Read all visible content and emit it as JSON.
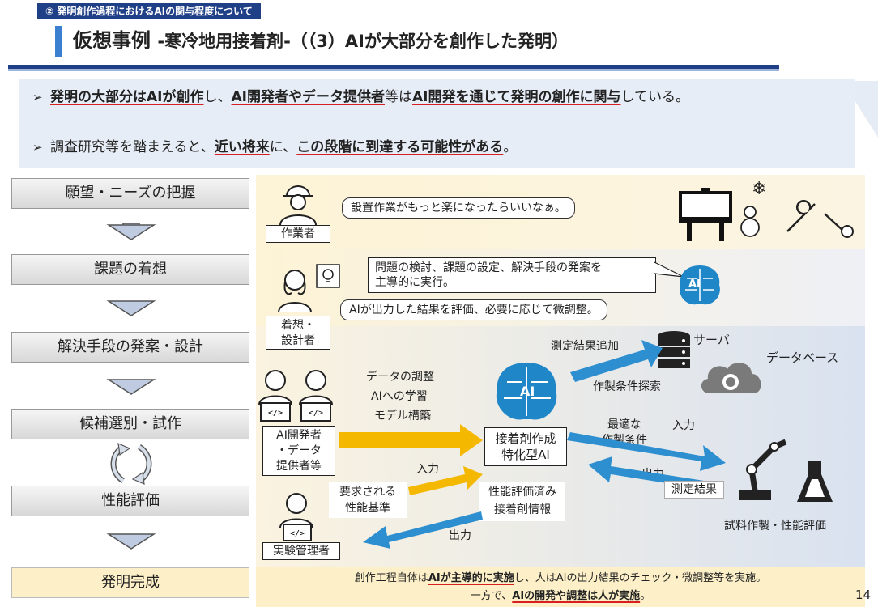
{
  "header": {
    "tag": "② 発明創作過程におけるAIの関与程度について",
    "title_main": "仮想事例",
    "title_sub": "-寒冷地用接着剤-（（3）AIが大部分を創作した発明）"
  },
  "bullets": [
    {
      "arrow": "➢",
      "parts": [
        {
          "t": "発明の大部分はAIが創作",
          "u": true
        },
        {
          "t": "し、",
          "u": false
        },
        {
          "t": "AI開発者やデータ提供者",
          "u": true
        },
        {
          "t": "等は",
          "u": false
        },
        {
          "t": "AI開発を通じて発明の創作に関与",
          "u": true
        },
        {
          "t": "している。",
          "u": false
        }
      ]
    },
    {
      "arrow": "➢",
      "parts": [
        {
          "t": "調査研究等を踏まえると、",
          "u": false
        },
        {
          "t": "近い将来",
          "u": true
        },
        {
          "t": "に、",
          "u": false
        },
        {
          "t": "この段階に到達する可能性がある",
          "u": true
        },
        {
          "t": "。",
          "u": false
        }
      ]
    }
  ],
  "steps": [
    "願望・ニーズの把握",
    "課題の着想",
    "解決手段の発案・設計",
    "候補選別・試作",
    "性能評価",
    "発明完成"
  ],
  "actors": {
    "worker": "作業者",
    "designer_l1": "着想・",
    "designer_l2": "設計者",
    "dev_l1": "AI開発者",
    "dev_l2": "・データ",
    "dev_l3": "提供者等",
    "manager": "実験管理者"
  },
  "bubbles": {
    "worker": "設置作業がもっと楽になったらいいなぁ。",
    "ai_lead_l1": "問題の検討、課題の設定、解決手段の発案を",
    "ai_lead_l2": "主導的に実行。",
    "designer": "AIが出力した結果を評価、必要に応じて微調整。"
  },
  "flow": {
    "dev_tasks": [
      "データの調整",
      "AIへの学習",
      "モデル構築"
    ],
    "ai_model_l1": "接着剤作成",
    "ai_model_l2": "特化型AI",
    "ai_glyph": "AI",
    "measure_add": "測定結果追加",
    "server": "サーバ",
    "database": "データベース",
    "search": "作製条件探索",
    "optimal_l1": "最適な",
    "optimal_l2": "作製条件",
    "input1": "入力",
    "output1": "出力",
    "measure_result": "測定結果",
    "input2": "入力",
    "criteria_l1": "要求される",
    "criteria_l2": "性能基準",
    "evaluated_l1": "性能評価済み",
    "evaluated_l2": "接着剤情報",
    "output2": "出力",
    "lab": "試料作製・性能評価"
  },
  "footer": {
    "l1_a": "創作工程自体は",
    "l1_b": "AIが主導的に実施",
    "l1_c": "し、人はAIの出力結果のチェック・微調整等を実施。",
    "l2_a": "一方で、",
    "l2_b": "AIの開発や調整は人が実施",
    "l2_c": "。"
  },
  "page_number": "14",
  "colors": {
    "navy": "#1f3f86",
    "accent_blue": "#3b7fd1",
    "arrow_yellow": "#f5b800",
    "arrow_blue": "#2e8fd0",
    "underline_red": "#d92020",
    "footer_bg": "#fdf0c8"
  }
}
